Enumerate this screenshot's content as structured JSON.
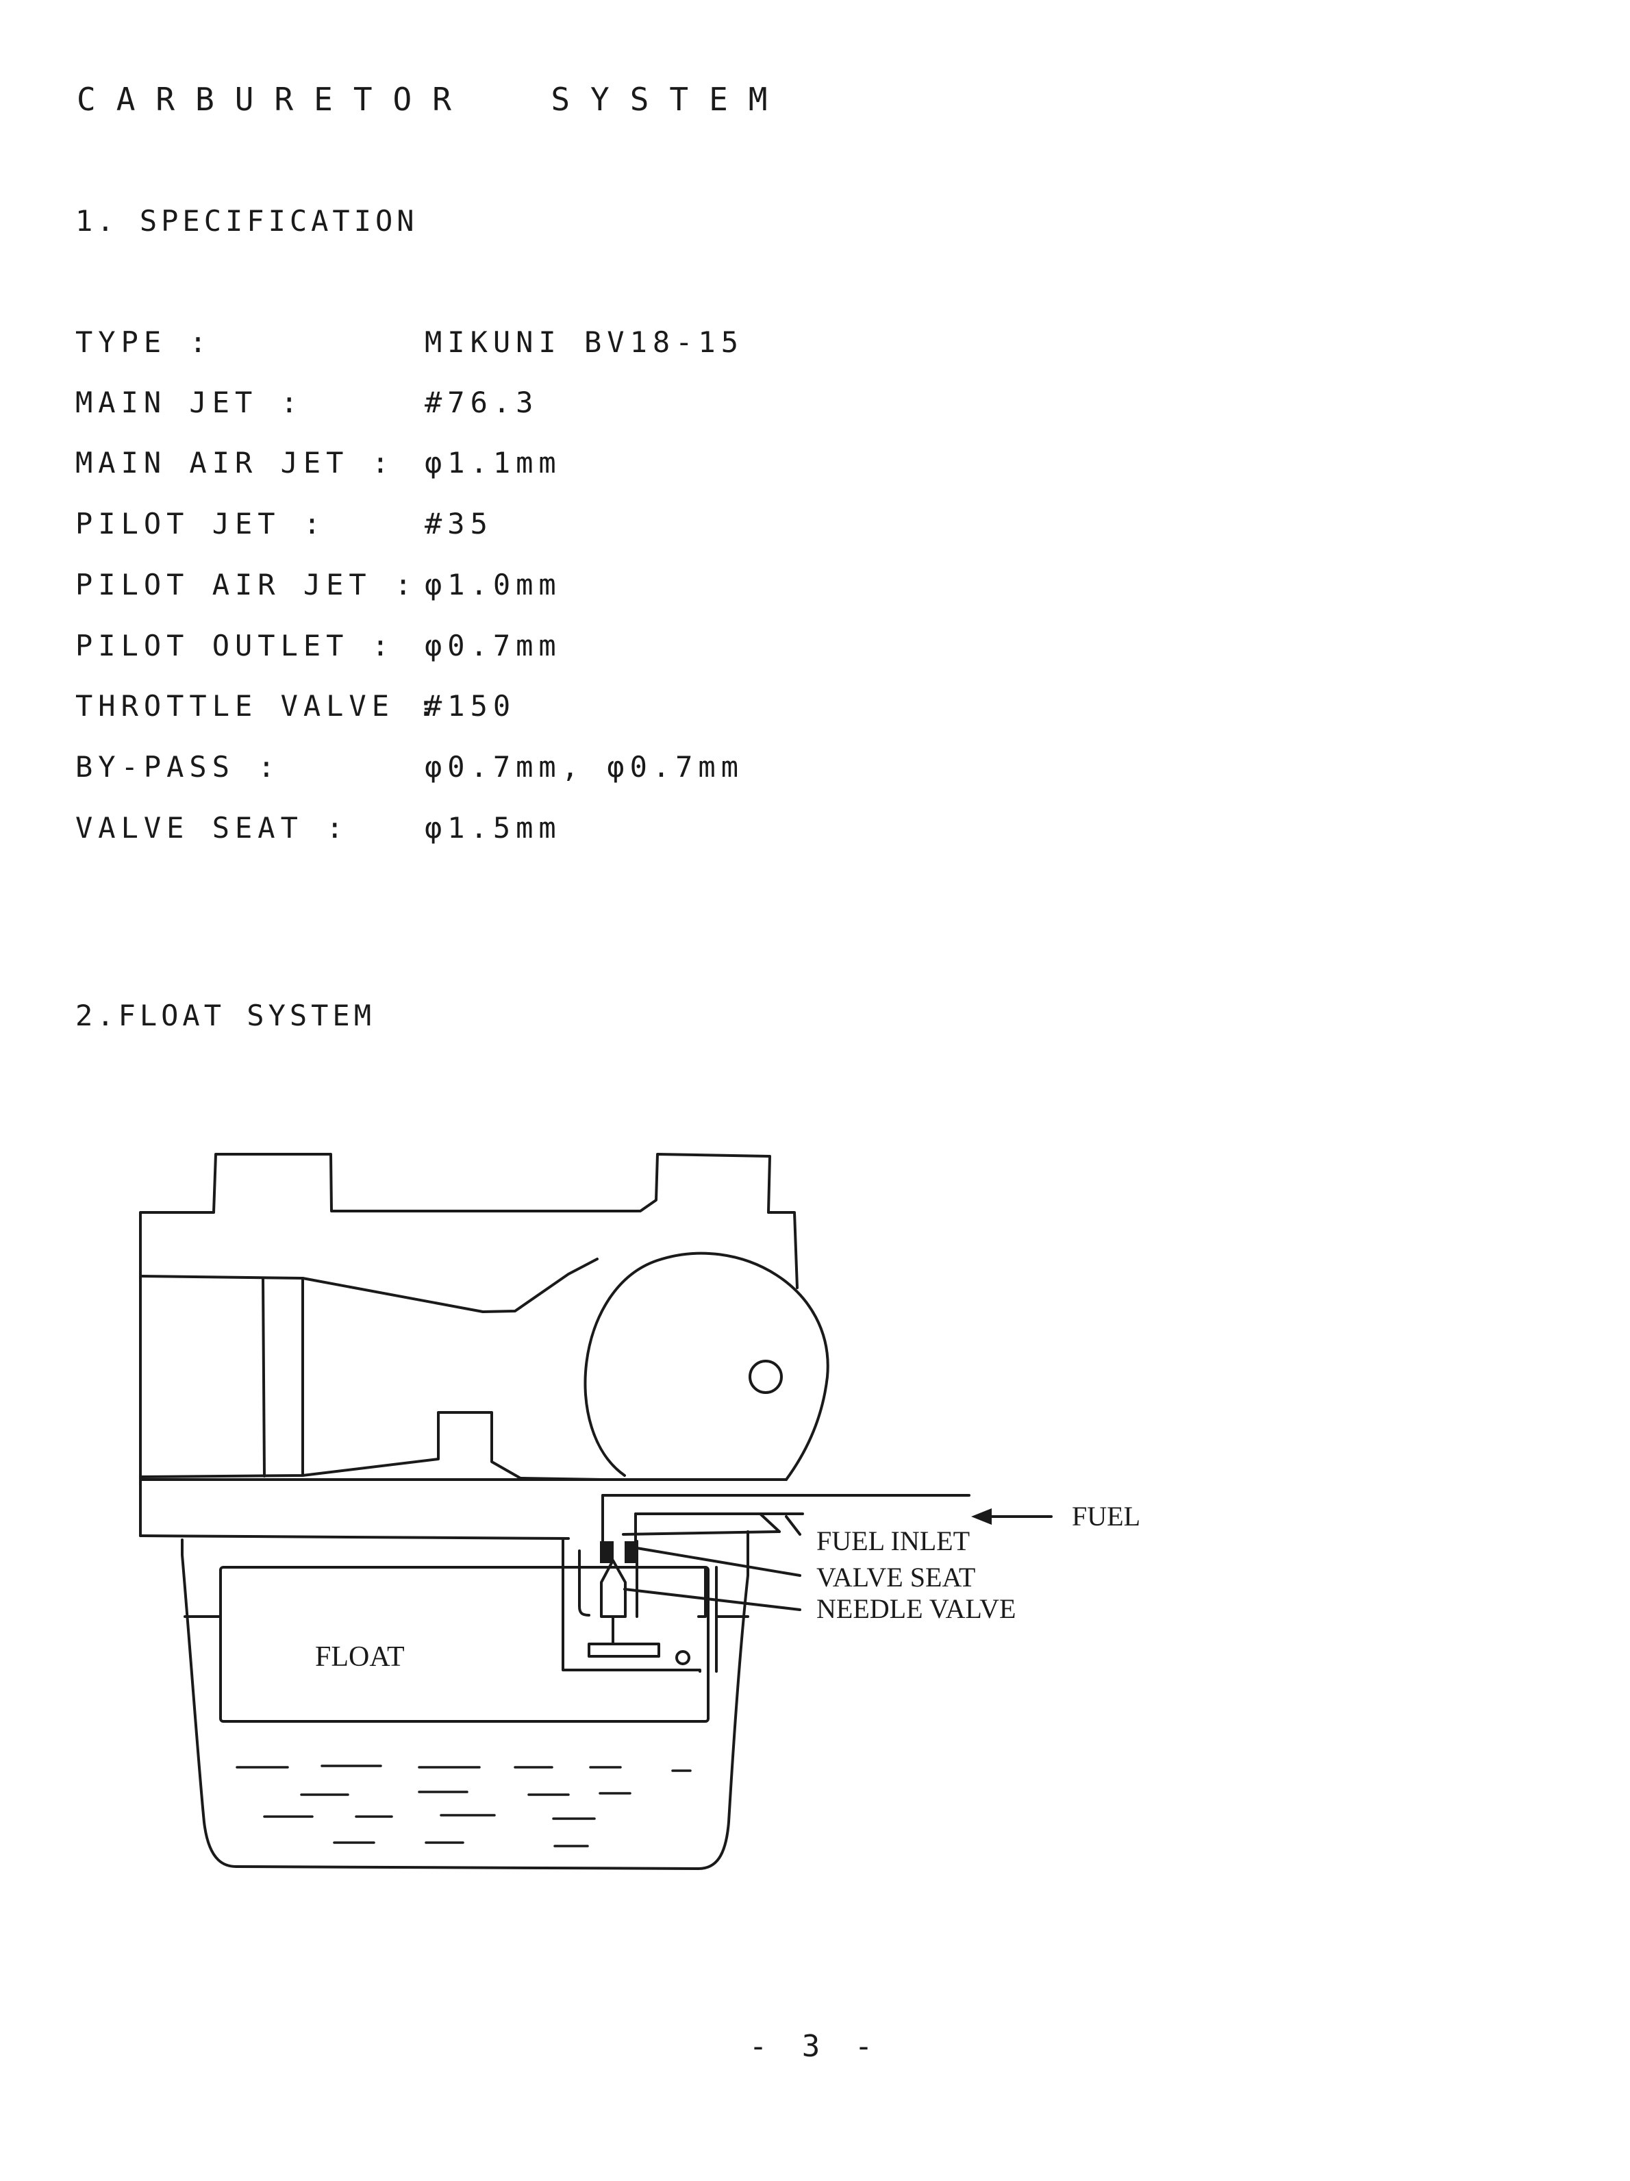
{
  "title": "CARBURETOR  SYSTEM",
  "specification": {
    "heading": "1. SPECIFICATION",
    "rows": [
      {
        "label": "TYPE :",
        "value": "MIKUNI BV18-15"
      },
      {
        "label": "MAIN JET :",
        "value": "#76.3"
      },
      {
        "label": "MAIN AIR JET :",
        "value": "φ1.1mm"
      },
      {
        "label": "PILOT JET :",
        "value": "#35"
      },
      {
        "label": "PILOT AIR JET :",
        "value": "φ1.0mm"
      },
      {
        "label": "PILOT OUTLET :",
        "value": "φ0.7mm"
      },
      {
        "label": "THROTTLE VALVE :",
        "value": "#150"
      },
      {
        "label": "BY-PASS :",
        "value": "φ0.7mm, φ0.7mm"
      },
      {
        "label": "VALVE SEAT :",
        "value": "φ1.5mm"
      }
    ]
  },
  "float_system": {
    "heading": "2.FLOAT SYSTEM",
    "labels": {
      "fuel": "FUEL",
      "fuel_inlet": "FUEL INLET",
      "valve_seat": "VALVE SEAT",
      "needle_valve": "NEEDLE VALVE",
      "float": "FLOAT"
    }
  },
  "page_number": "- 3 -"
}
